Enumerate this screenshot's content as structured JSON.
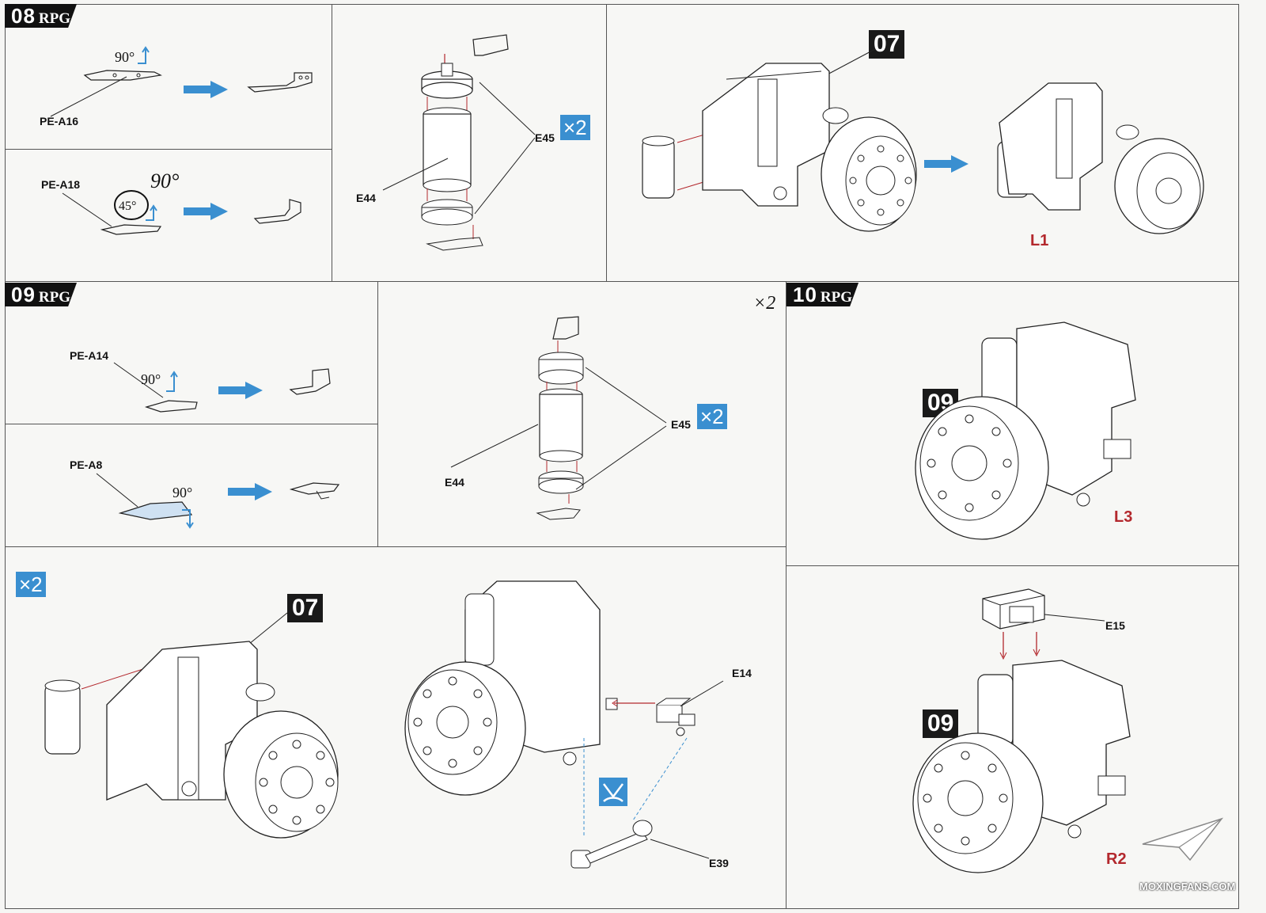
{
  "steps": {
    "s08": {
      "num": "08",
      "brand": "RPG"
    },
    "s09": {
      "num": "09",
      "brand": "RPG"
    },
    "s10": {
      "num": "10",
      "brand": "RPG"
    }
  },
  "labels": {
    "pe_a16": "PE-A16",
    "pe_a18": "PE-A18",
    "pe_a14": "PE-A14",
    "pe_a8": "PE-A8",
    "e44": "E44",
    "e45": "E45",
    "e15": "E15",
    "e14": "E14",
    "e39": "E39"
  },
  "angles": {
    "a90": "90°",
    "a45": "45°",
    "hand90": "90°"
  },
  "qty": {
    "x2": "×2",
    "x2_hand": "×2"
  },
  "refs": {
    "r07": "07",
    "r09": "09"
  },
  "positions": {
    "l1": "L1",
    "l3": "L3",
    "r2": "R2"
  },
  "watermark": "MOXINGFANS.COM",
  "colors": {
    "accent": "#3a8fd0",
    "position_red": "#b3282d",
    "badge": "#111111"
  }
}
